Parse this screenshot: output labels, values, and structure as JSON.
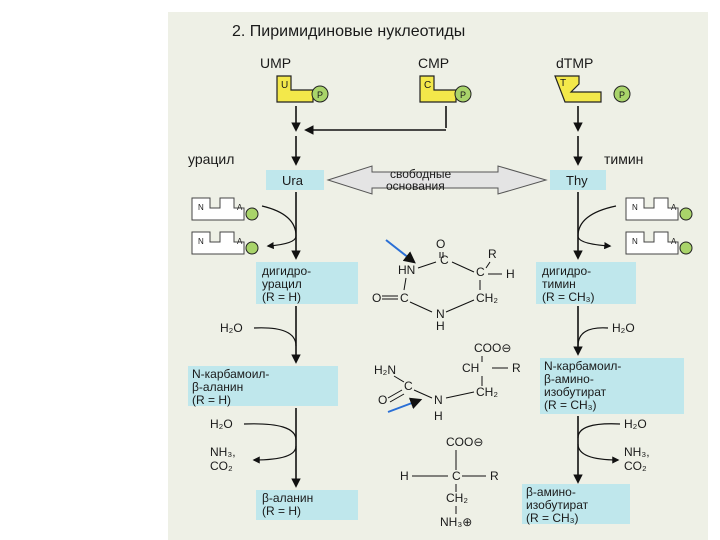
{
  "title": "2. Пиримидиновые нуклеотиды",
  "nucleotides": {
    "ump": "UMP",
    "cmp": "CMP",
    "dtmp": "dTMP"
  },
  "tag_letters": {
    "u": "U",
    "c": "C",
    "t": "T",
    "p": "P",
    "n": "N",
    "a": "A"
  },
  "labels": {
    "uracil_word": "урацил",
    "thymine_word": "тимин",
    "ura": "Ura",
    "thy": "Thy",
    "free_bases_1": "свободные",
    "free_bases_2": "основания"
  },
  "left_column": {
    "dihydrouracil": [
      "дигидро-",
      "урацил",
      "(R = H)"
    ],
    "water": "H₂O",
    "n_carbamoyl": [
      "N-карбамоил-",
      "β-аланин",
      "(R = H)"
    ],
    "water2": "H₂O",
    "nh3": "NH₃,",
    "co2": "CO₂",
    "beta_alanine": [
      "β-аланин",
      "(R = H)"
    ]
  },
  "right_column": {
    "dihydrothymine": [
      "дигидро-",
      "тимин",
      "(R = CH₃)"
    ],
    "water": "H₂O",
    "n_carbamoyl": [
      "N-карбамоил-",
      "β-амино-",
      "изобутират",
      "(R = CH₃)"
    ],
    "water2": "H₂O",
    "nh3": "NH₃,",
    "co2": "CO₂",
    "beta_amino": [
      "β-амино-",
      "изобутират",
      "(R = CH₃)"
    ]
  },
  "structures": {
    "ring": {
      "hn": "HN",
      "o1": "O",
      "c1": "C",
      "n": "N",
      "h": "H",
      "c2": "C",
      "ch2": "CH₂",
      "c3": "C",
      "r": "R",
      "h2": "H",
      "o2": "O"
    },
    "open": {
      "h2n": "H₂N",
      "c": "C",
      "o": "O",
      "n": "N",
      "h": "H",
      "ch": "CH",
      "coo": "COO⊖",
      "r": "R",
      "ch2": "CH₂"
    },
    "final": {
      "coo": "COO⊖",
      "h": "H",
      "c": "C",
      "r": "R",
      "ch2": "CH₂",
      "nh3": "NH₃⊕"
    }
  },
  "colors": {
    "panel_bg": "#eef0e6",
    "yellow": "#f3e84a",
    "green": "#a9d46a",
    "cyan_box": "#bfe7ec",
    "arrow_blue": "#2a6fd6",
    "text": "#1a1a1a"
  }
}
